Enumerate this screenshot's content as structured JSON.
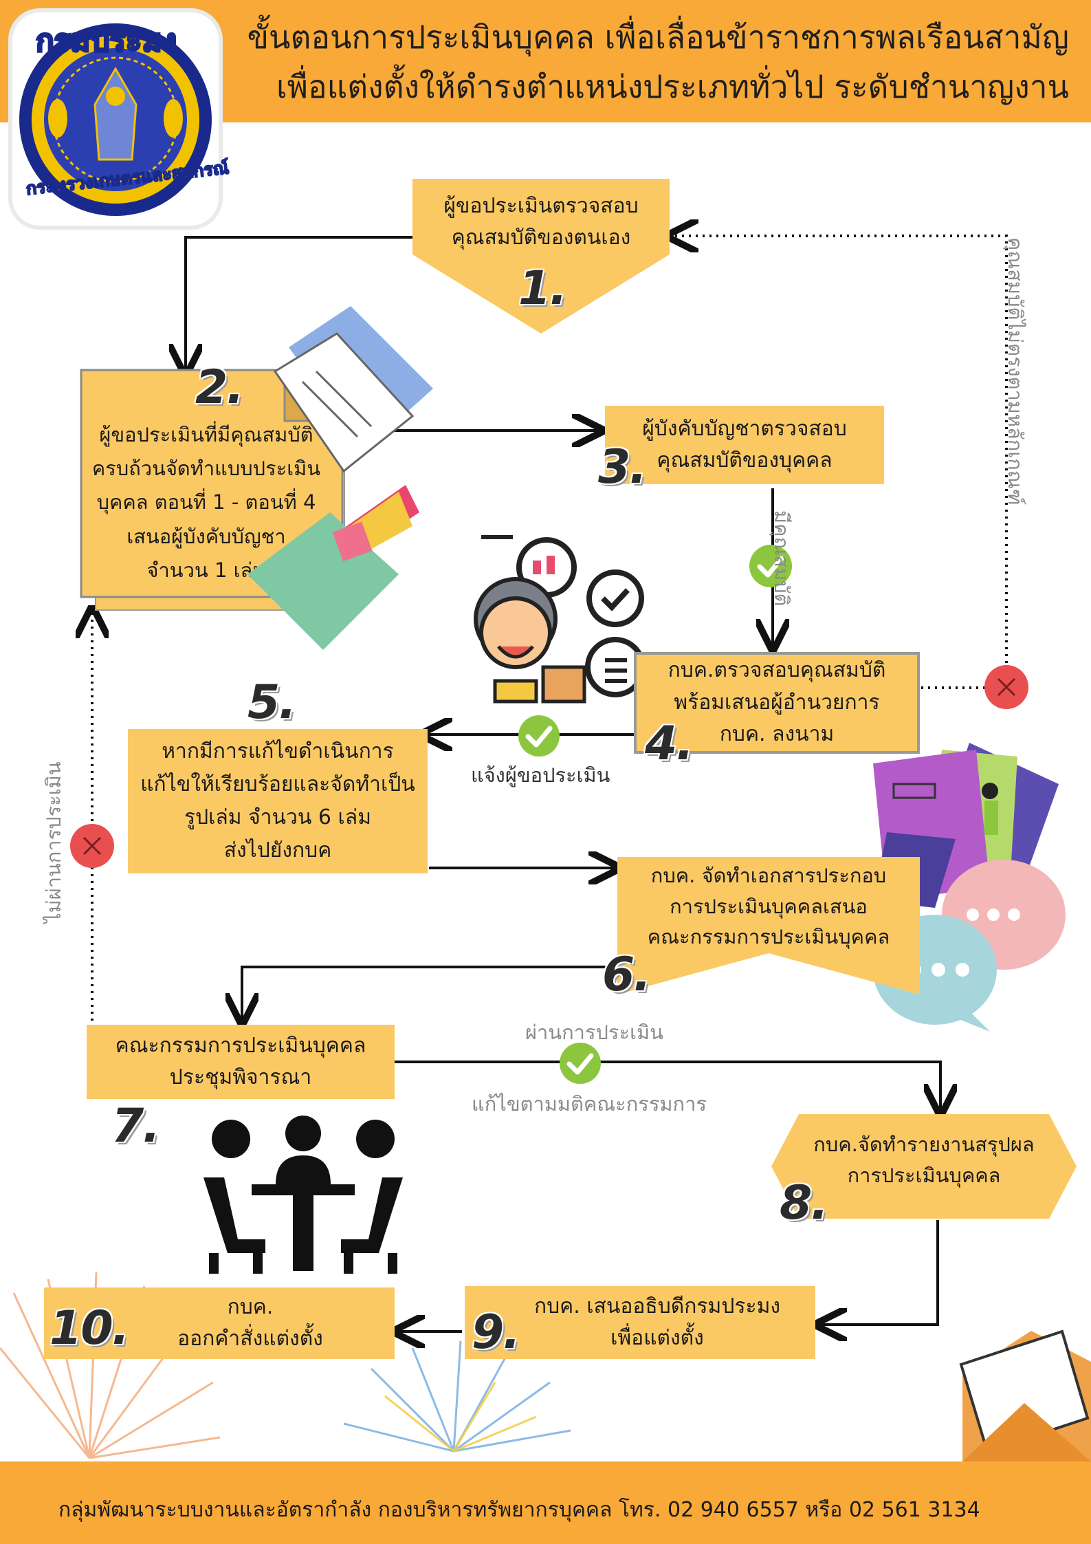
{
  "header": {
    "title_line1": "ขั้นตอนการประเมินบุคคล เพื่อเลื่อนข้าราชการพลเรือนสามัญ",
    "title_line2": "เพื่อแต่งตั้งให้ดำรงตำแหน่งประเภททั่วไป ระดับชำนาญงาน",
    "logo_text_top": "กรมประมง",
    "logo_text_bottom": "กระทรวงเกษตรและสหกรณ์"
  },
  "steps": [
    {
      "number": "1.",
      "text": "ผู้ขอประเมินตรวจสอบ\nคุณสมบัติของตนเอง"
    },
    {
      "number": "2.",
      "text": "ผู้ขอประเมินที่มีคุณสมบัติ\nครบถ้วนจัดทำแบบประเมิน\nบุคคล ตอนที่ 1 - ตอนที่ 4\nเสนอผู้บังคับบัญชา\nจำนวน 1 เล่ม"
    },
    {
      "number": "3.",
      "text": "ผู้บังคับบัญชาตรวจสอบ\nคุณสมบัติของบุคคล"
    },
    {
      "number": "4.",
      "text": "กบค.ตรวจสอบคุณสมบัติ\nพร้อมเสนอผู้อำนวยการ\nกบค. ลงนาม"
    },
    {
      "number": "5.",
      "text": "หากมีการแก้ไขดำเนินการ\nแก้ไขให้เรียบร้อยและจัดทำเป็น\nรูปเล่ม จำนวน 6 เล่ม\nส่งไปยังกบค"
    },
    {
      "number": "6.",
      "text": "กบค. จัดทำเอกสารประกอบ\nการประเมินบุคคลเสนอ\nคณะกรรมการประเมินบุคคล"
    },
    {
      "number": "7.",
      "text": "คณะกรรมการประเมินบุคคล\nประชุมพิจารณา"
    },
    {
      "number": "8.",
      "text": "กบค.จัดทำรายงานสรุปผล\nการประเมินบุคคล"
    },
    {
      "number": "9.",
      "text": "กบค. เสนออธิบดีกรมประมง\nเพื่อแต่งตั้ง"
    },
    {
      "number": "10.",
      "text": "กบค.\nออกคำสั่งแต่งตั้ง"
    }
  ],
  "labels": {
    "not_qualified_rule": "คุณสมบัติไม่ตรงตามหลักเกณฑ์",
    "qualified": "มีคุณสมบัติ",
    "notify_applicant": "แจ้งผู้ขอประเมิน",
    "not_passed": "ไม่ผ่านการประเมิน",
    "passed": "ผ่านการประเมิน",
    "fix_per_resolution": "แก้ไขตามมติคณะกรรมการ"
  },
  "footer": {
    "text": "กลุ่มพัฒนาระบบงานและอัตรากำลัง กองบริหารทรัพยากรบุคคล โทร. 02 940 6557 หรือ 02 561 3134"
  },
  "colors": {
    "band": "#f9a937",
    "box": "#fbc964",
    "check": "#8cc63f",
    "cross": "#e94f4f"
  }
}
